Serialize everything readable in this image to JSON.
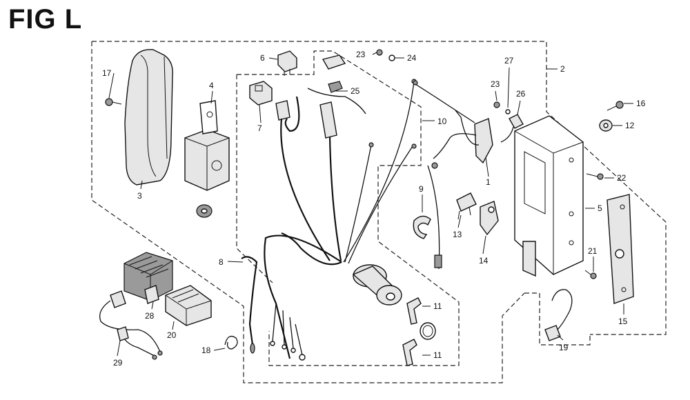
{
  "title": "FIG L",
  "callouts": {
    "c1": "1",
    "c2": "2",
    "c3": "3",
    "c4": "4",
    "c5": "5",
    "c6": "6",
    "c7": "7",
    "c8": "8",
    "c9": "9",
    "c10": "10",
    "c11a": "11",
    "c11b": "11",
    "c12": "12",
    "c13": "13",
    "c14": "14",
    "c15": "15",
    "c16": "16",
    "c17": "17",
    "c18": "18",
    "c19": "19",
    "c20": "20",
    "c21": "21",
    "c22": "22",
    "c23a": "23",
    "c23b": "23",
    "c24": "24",
    "c25": "25",
    "c26": "26",
    "c27": "27",
    "c28": "28",
    "c29": "29"
  }
}
